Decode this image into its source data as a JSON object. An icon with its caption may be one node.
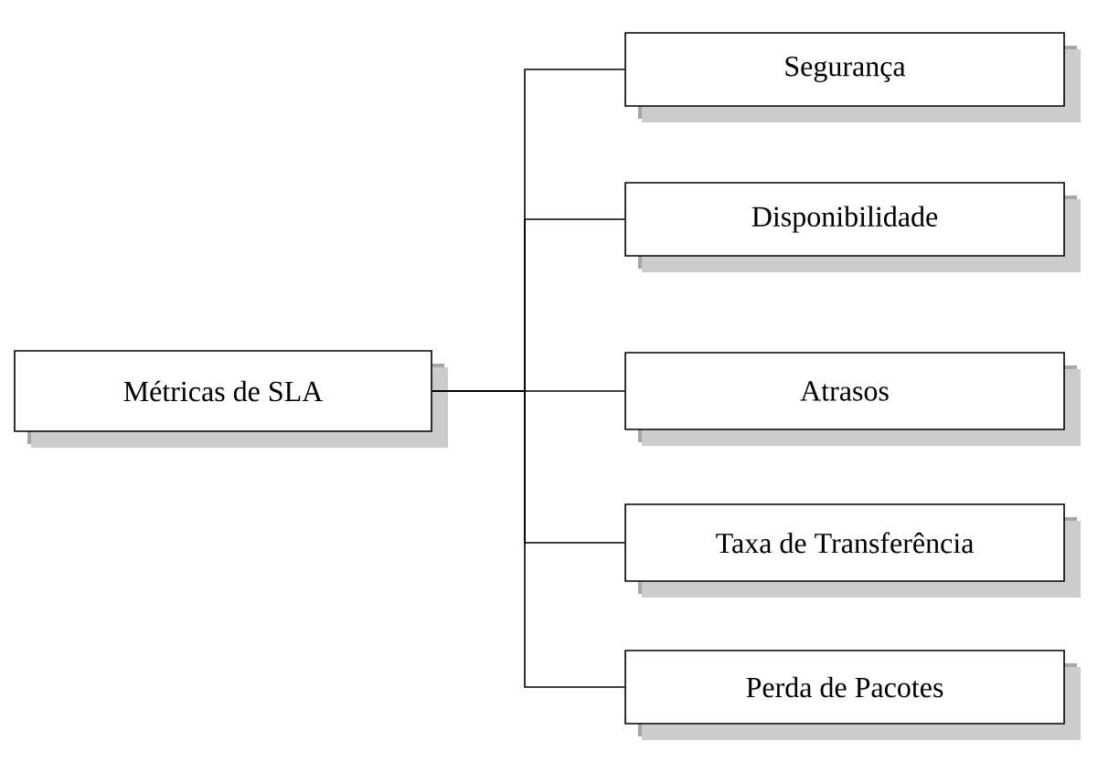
{
  "diagram": {
    "nodes": [
      {
        "text": [
          "Métricas de SLA"
        ]
      },
      {
        "text": [
          "Segurança"
        ]
      },
      {
        "text": [
          "Disponibilidade"
        ]
      },
      {
        "text": [
          "Atrasos"
        ]
      },
      {
        "text": [
          "Taxa de Transferência"
        ]
      },
      {
        "text": [
          "Perda de Pacotes"
        ]
      }
    ],
    "edges": [
      {
        "from": 0,
        "to": 1,
        "arrow": "none"
      },
      {
        "from": 0,
        "to": 2,
        "arrow": "none"
      },
      {
        "from": 0,
        "to": 3,
        "arrow": "none"
      },
      {
        "from": 0,
        "to": 4,
        "arrow": "none"
      },
      {
        "from": 0,
        "to": 5,
        "arrow": "none"
      }
    ]
  }
}
